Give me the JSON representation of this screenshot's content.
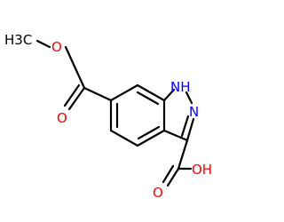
{
  "molecule": {
    "colors": {
      "bond": "#000000",
      "oxygen": "#ff0000",
      "nitrogen": "#0000ff",
      "carbon": "#000000"
    },
    "labels": {
      "methyl": "H3C",
      "ester_ether_o": "O",
      "ester_carbonyl_o": "O",
      "nh": "NH",
      "n": "N",
      "acid_carbonyl_o": "O",
      "acid_oh": "OH"
    }
  }
}
